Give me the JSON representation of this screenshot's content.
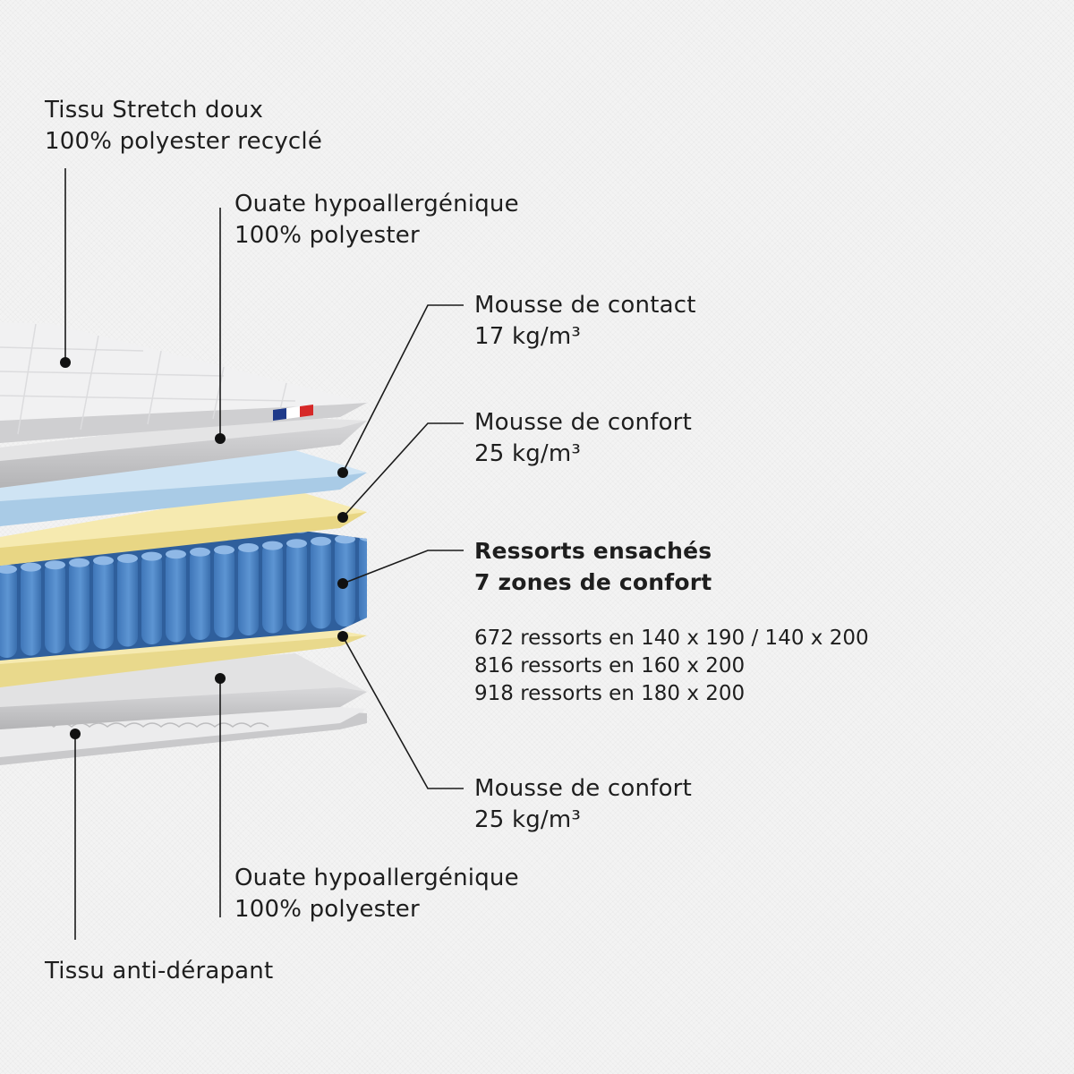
{
  "labels": {
    "stretch_fabric": {
      "line1": "Tissu Stretch doux",
      "line2": "100% polyester recyclé"
    },
    "wadding_top": {
      "line1": "Ouate hypoallergénique",
      "line2": "100% polyester"
    },
    "contact_foam": {
      "line1": "Mousse de contact",
      "line2": "17 kg/m³"
    },
    "comfort_foam_top": {
      "line1": "Mousse de confort",
      "line2": "25 kg/m³"
    },
    "pocket_springs": {
      "line1": "Ressorts ensachés",
      "line2": "7 zones de confort",
      "specs": [
        "672 ressorts en 140 x 190 / 140 x 200",
        "816 ressorts en 160 x 200",
        "918 ressorts en 180 x 200"
      ]
    },
    "comfort_foam_bottom": {
      "line1": "Mousse de confort",
      "line2": "25 kg/m³"
    },
    "wadding_bottom": {
      "line1": "Ouate hypoallergénique",
      "line2": "100% polyester"
    },
    "antislip_fabric": {
      "line1": "Tissu anti-dérapant"
    }
  },
  "colors": {
    "contact_foam": "#cfe4f4",
    "comfort_foam": "#f6eab0",
    "springs": "#4f86c6",
    "fabric": "#e9e9ea",
    "flag": [
      "#1f3a8a",
      "#ffffff",
      "#d62828"
    ]
  }
}
